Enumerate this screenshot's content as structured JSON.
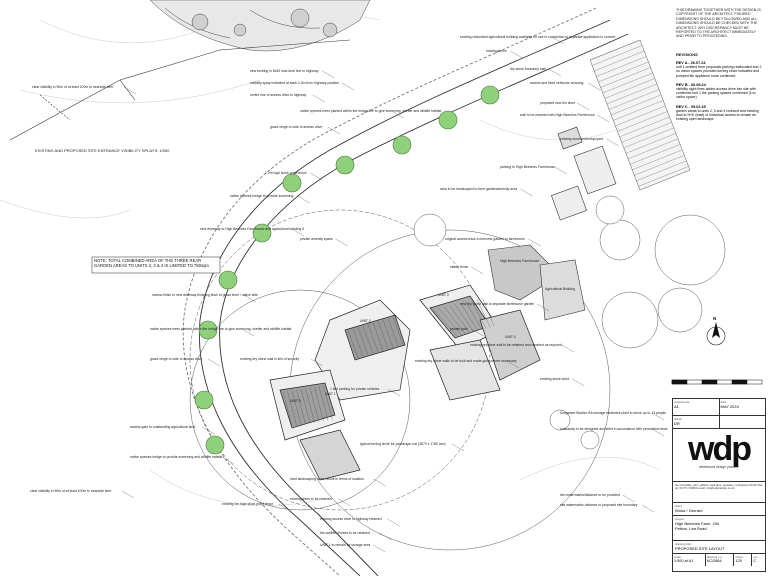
{
  "drawing": {
    "heading": "EXISTING AND PROPOSED SITE ENTRANCE VISIBILITY SPLAYS: 1/500",
    "note_box": "NOTE: TOTAL COMBINED AREA OF THE THREE REAR GARDEN AREAS TO UNITS 2, 3 & 4 IS LIMITED TO 750sqm",
    "labels": [
      "clear visibility in 90m of at least 100m to nearside kerb",
      "new kerbing in 8x30 max kerb line to highway",
      "visibility splay indicated at back 2.4m from highway position",
      "centre line of access drive to highway",
      "native species trees planted within the hedge line to give screening, shelter and wildlife habitat",
      "grass verge to side of access drive",
      "1.2m high stock proof fence",
      "native species hedge to provide screening",
      "new driveway to High Beeches Farmhouse and agricultural building 5",
      "narrow finish to new driveway finishing flush to grass level / native side",
      "native species trees planted within the hedge line to give screening, shelter and wildlife habitat",
      "grass verge to side of access drive",
      "access gate to outstanding agricultural land",
      "native species hedge to provide screening and wildlife habitat",
      "clear visibility in 90m of at least 100m to nearside kerb",
      "existing 1m high stock proof fence",
      "existing redundant agricultural building available for use in connection to separate application to convert",
      "existing fence",
      "dry stone boundary wall",
      "access and fixed vehicular crossing",
      "proposed new bin store",
      "wall to be retained with High Beeches Farmhouse",
      "existing store/workshop/yard",
      "parking to High Beeches Farmhouse",
      "area to be landscaped to form garden/amenity area",
      "original access track to become garden to farmhouse",
      "stable fence",
      "new dry stone wall to separate farmhouse garden",
      "private path",
      "existing drystone wall to be retained and repaired as required",
      "existing dry stone walls to be built and made good where necessary",
      "existing stone shed",
      "Klargester Biodisc BA sewage treatment plant to serve up to 13 people",
      "soakaway to be designed and sited in accordance with percolation tests",
      "dim watermarks/distance to be provided",
      "site watermarks distance to proposed site boundary",
      "existing dry stone wall in lies of security",
      "hard landscaping to be rebuilt in terms of location",
      "existing trees to be retained",
      "typical turning circle for passenger car (4870 x 1780 mm)",
      "1 line parking for private vehicles",
      "existing access drive to highway retained",
      "the wildlife of trees to be retained",
      "private amenity space",
      "UNIT 1 to remain as storage area"
    ],
    "unit_labels": [
      "UNIT 1",
      "UNIT 2",
      "UNIT 3",
      "UNIT 4",
      "UNIT 5",
      "High Beeches Farmhouse",
      "Agricultural Building"
    ],
    "north_label": "N"
  },
  "notes": {
    "copyright": "THIS DRAWING TOGETHER WITH THE DESIGN IS COPYRIGHT OF THE ARCHITECT. FIGURED DIMENSIONS SHOULD BE FOLLOWED AND ALL DIMENSIONS SHOULD BE CHECKED WITH THE ARCHITECT. ANY DISCREPANCY MUST BE REPORTED TO THE ARCHITECT IMMEDIATELY AND PRIOR TO PROCEEDING.",
    "revisions_title": "REVISIONS",
    "revisions": [
      {
        "rev": "REV A - 26.07.24",
        "text": "unit 1 omitted from proposals parking reallocated and 2 no visitor spaces provided turning circle indicated and pumped tile appliance route confirmed"
      },
      {
        "rev": "REV B - 06.08.24",
        "text": "visibility sight lines added access drive into site with confirmed unit 1 the parking spaces confirmed (1no visitor space)"
      },
      {
        "rev": "REV C - 05.02.25",
        "text": "garden areas to units 2, 3 and 4 reduced and existing land to N+E (east) of individual access to remain as existing open landscape"
      }
    ]
  },
  "title_block": {
    "original_size_label": "original size",
    "original_size": "A1",
    "date_label": "date",
    "drawn_label": "drawn",
    "drawn": "DR",
    "date": "MAY 2024",
    "logo": "wdp",
    "logo_sub": "whitewood design practice",
    "address": "the old stable yard, oldfield, park lane, greasley, nottingham NG16 3SL tel: 01773 719820 email: info@wdpdesign.co.uk",
    "client_label": "client",
    "client": "Wood / Gerrard",
    "project_label": "project",
    "project": "High Beeches Farm, Old Feltion, Lea Road",
    "title_label": "drawing title",
    "title": "PROPOSED SITE LAYOUT",
    "scale_label": "scale",
    "scale": "1:500 at A1",
    "number_label": "drawing no.",
    "number": "KC/2864",
    "sheet_label": "sheet",
    "sheet": "125",
    "rev_label": "rev",
    "rev": "C"
  },
  "colors": {
    "tree_fill": "#8fd17b",
    "tree_stroke": "#4a7a3a",
    "line": "#3a3a3a",
    "building": "#9a9a9a"
  }
}
